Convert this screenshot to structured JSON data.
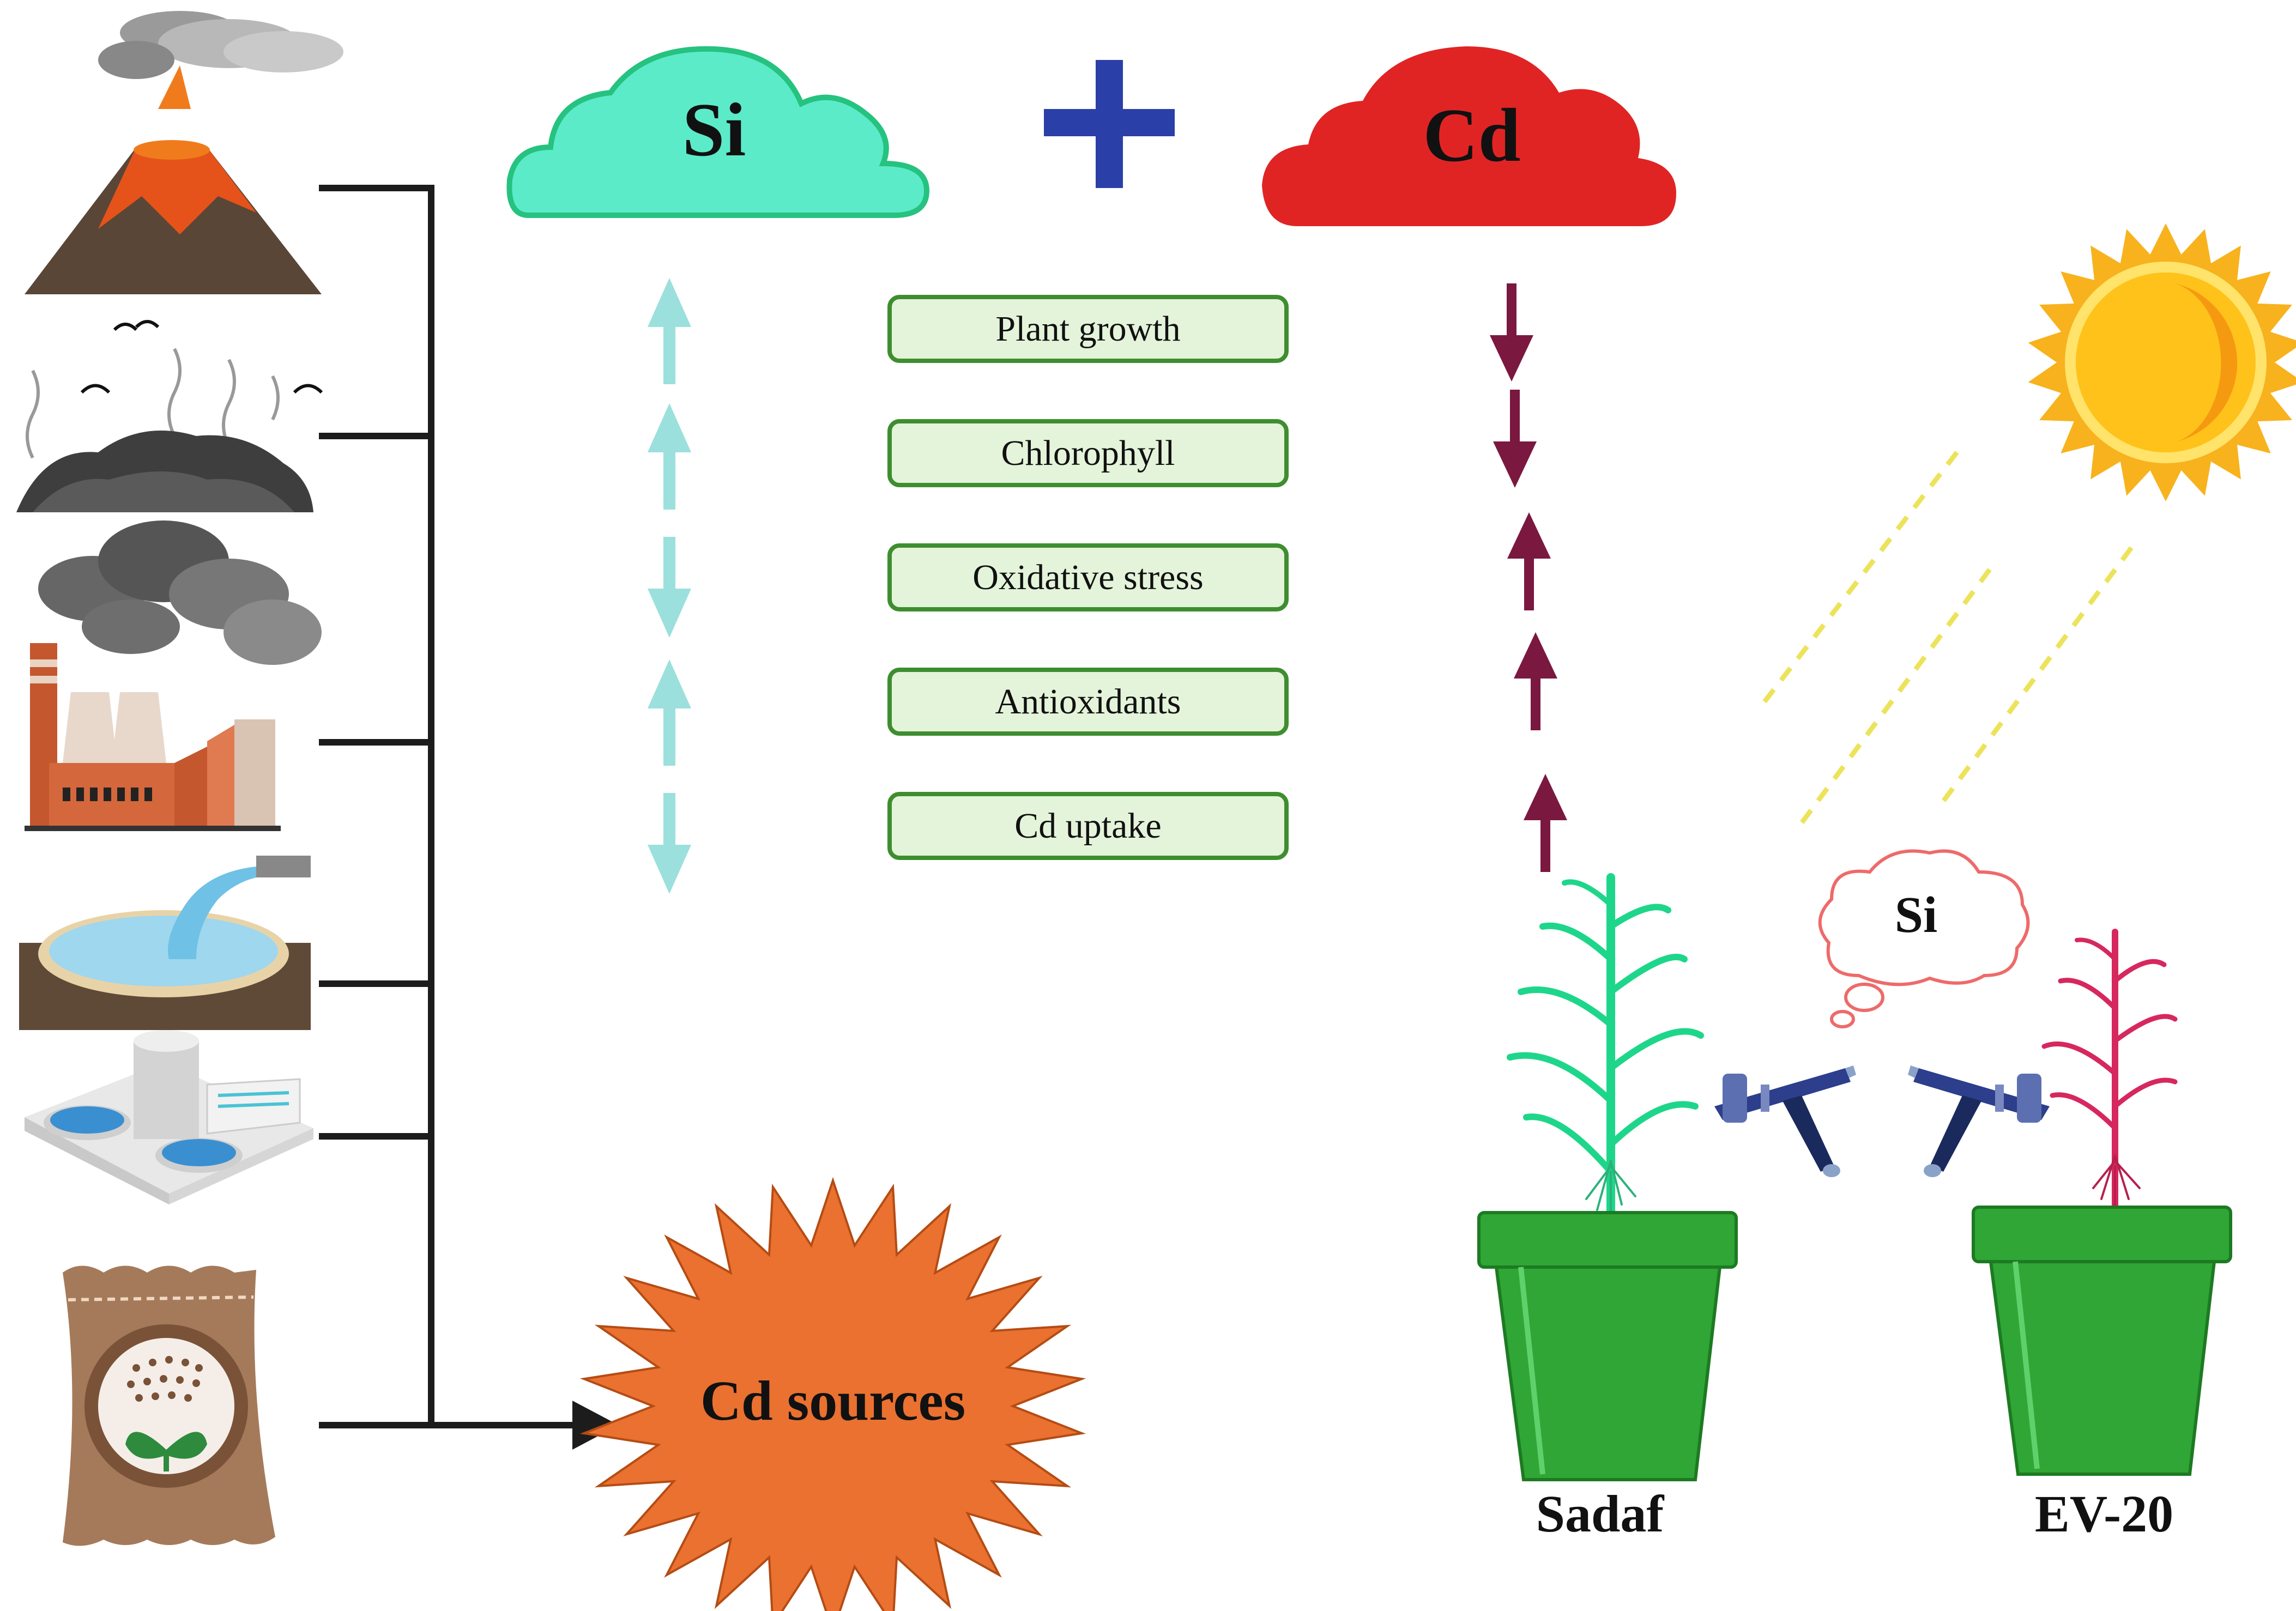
{
  "clouds": {
    "si": "Si",
    "cd": "Cd"
  },
  "plus_sign": "+",
  "effects": [
    {
      "label": "Plant growth",
      "si_direction": "up",
      "cd_direction": "down"
    },
    {
      "label": "Chlorophyll",
      "si_direction": "up",
      "cd_direction": "down"
    },
    {
      "label": "Oxidative stress",
      "si_direction": "down",
      "cd_direction": "up"
    },
    {
      "label": "Antioxidants",
      "si_direction": "up",
      "cd_direction": "up"
    },
    {
      "label": "Cd uptake",
      "si_direction": "down",
      "cd_direction": "up"
    }
  ],
  "cd_sources_label": "Cd sources",
  "spray_thought_label": "Si",
  "cultivars": [
    "Sadaf",
    "EV-20"
  ],
  "source_icons": [
    "volcano-icon",
    "landfill-icon",
    "factory-icon",
    "wastewater-icon",
    "treatment-plant-icon",
    "fertilizer-bag-icon"
  ],
  "colors": {
    "si_cloud": "#5CEBC9",
    "cd_cloud": "#E02424",
    "plus": "#2B3FA8",
    "si_arrow": "#9BE0DC",
    "cd_arrow": "#7A1840",
    "box_fill": "#E4F4DA",
    "box_border": "#3E8E2F",
    "burst": "#EA7130",
    "pot": "#2FA635",
    "sadaf_plant": "#1ED68A",
    "ev20_plant": "#D6285E"
  }
}
